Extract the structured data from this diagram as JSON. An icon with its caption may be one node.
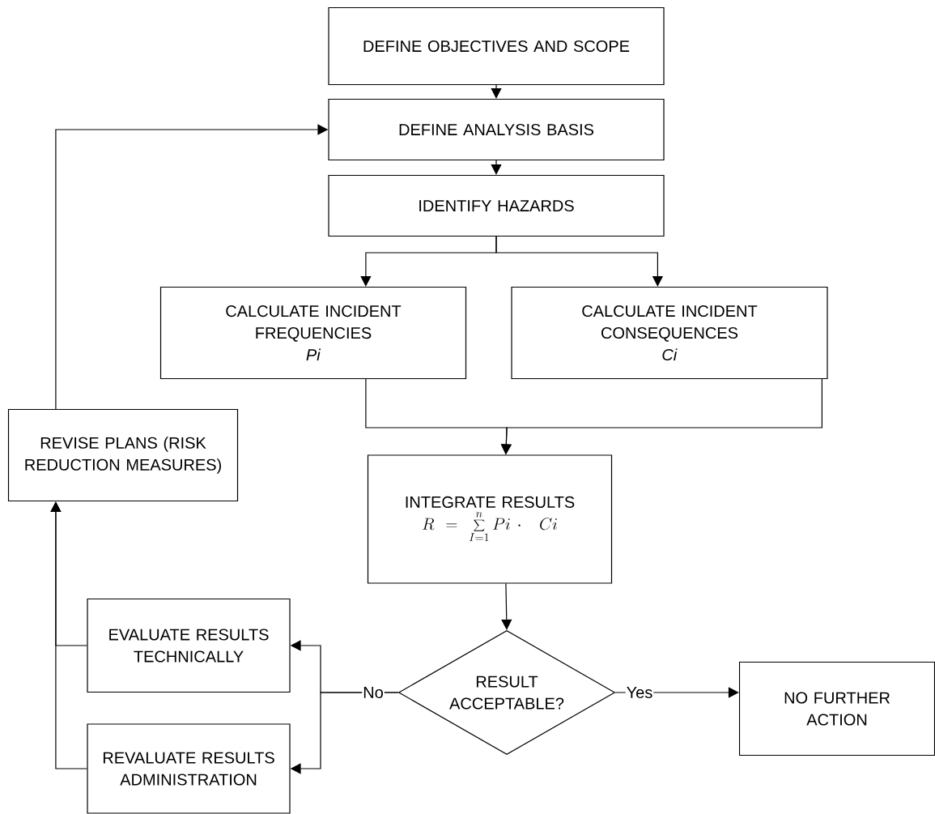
{
  "diagram": {
    "nodes": [
      {
        "text": [
          "DEFINE OBJECTIVES AND SCOPE"
        ]
      },
      {
        "text": [
          "DEFINE ANALYSIS BASIS"
        ]
      },
      {
        "text": [
          "IDENTIFY HAZARDS"
        ]
      },
      {
        "text": [
          "CALCULATE INCIDENT FREQUENCIES",
          "*Pi*"
        ]
      },
      {
        "text": [
          "CALCULATE INCIDENT CONSEQUENCES",
          "*Ci*"
        ]
      },
      {
        "text": [
          "REVISE PLANS (RISK REDUCTION MEASURES)"
        ]
      },
      {
        "text": [
          "INTEGRATE RESULTS",
          "R = \\sum\\limits_{I=1}^{n} Pi \\cdot\\; Ci"
        ]
      },
      {
        "text": [
          "EVALUATE RESULTS TECHNICALLY"
        ]
      },
      {
        "text": [
          "REVALUATE RESULTS ADMINISTRATION"
        ]
      },
      {
        "text": [
          "RESULT ACCEPTABLE?"
        ]
      },
      {
        "text": [
          "NO FURTHER ACTION"
        ]
      }
    ],
    "edges": [
      {
        "from": 0,
        "to": 1,
        "arrow": "to"
      },
      {
        "from": 1,
        "to": 2,
        "arrow": "to"
      },
      {
        "from": 2,
        "to": 3,
        "arrow": "to"
      },
      {
        "from": 2,
        "to": 4,
        "arrow": "to"
      },
      {
        "from": 3,
        "to": 6,
        "arrow": "to"
      },
      {
        "from": 4,
        "to": 6,
        "arrow": "to"
      },
      {
        "from": 6,
        "to": 9,
        "arrow": "to"
      },
      {
        "from": 9,
        "to": 7,
        "arrow": "to",
        "label": "No"
      },
      {
        "from": 9,
        "to": 8,
        "arrow": "to"
      },
      {
        "from": 9,
        "to": 10,
        "arrow": "to",
        "label": "Yes"
      },
      {
        "from": 7,
        "to": 5,
        "arrow": "to"
      },
      {
        "from": 8,
        "to": 5,
        "arrow": "to"
      },
      {
        "from": 5,
        "to": 1,
        "arrow": "to"
      }
    ]
  }
}
